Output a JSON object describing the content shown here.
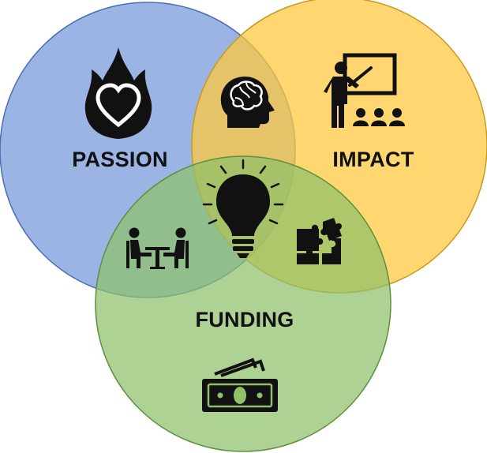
{
  "diagram": {
    "type": "venn",
    "sets": [
      {
        "label": "PASSION",
        "color": "#7f9fdc",
        "stroke": "#4a6db4",
        "icon": "flame-heart-icon"
      },
      {
        "label": "IMPACT",
        "color": "#ffc83d",
        "stroke": "#c79a1e",
        "icon": "presenter-audience-icon"
      },
      {
        "label": "FUNDING",
        "color": "#8fc06a",
        "stroke": "#5f8f3c",
        "icon": "money-bills-icon"
      }
    ],
    "intersections": [
      {
        "sets": [
          "PASSION",
          "IMPACT"
        ],
        "icon": "brain-head-icon"
      },
      {
        "sets": [
          "PASSION",
          "FUNDING"
        ],
        "icon": "meeting-table-icon"
      },
      {
        "sets": [
          "IMPACT",
          "FUNDING"
        ],
        "icon": "puzzle-pieces-icon"
      },
      {
        "sets": [
          "PASSION",
          "IMPACT",
          "FUNDING"
        ],
        "icon": "lightbulb-icon"
      }
    ]
  }
}
